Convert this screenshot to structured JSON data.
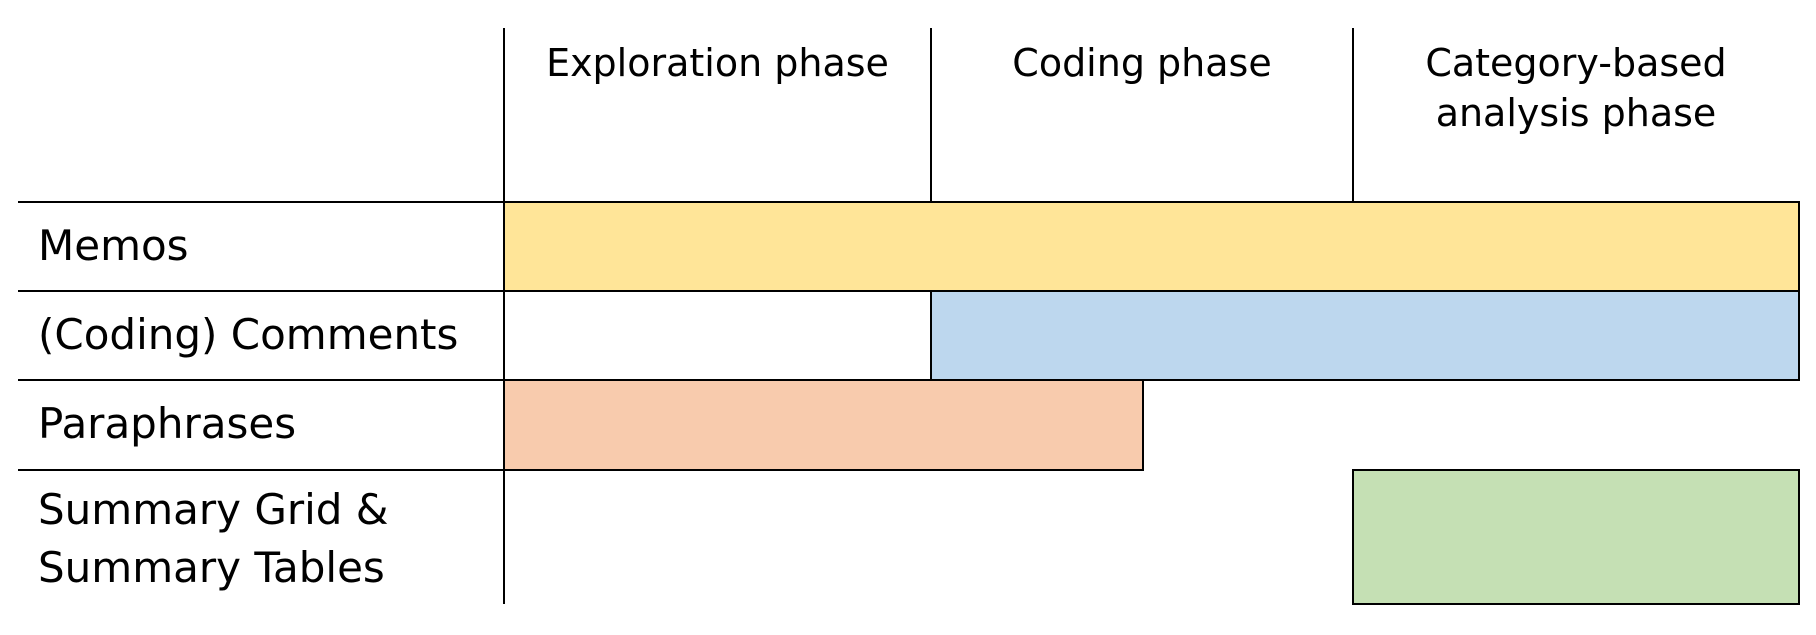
{
  "phases": [
    {
      "label": "Exploration phase"
    },
    {
      "label": "Coding phase"
    },
    {
      "label": "Category-based\nanalysis phase"
    }
  ],
  "rows": [
    {
      "label": "Memos",
      "color": "#FFE598",
      "span": "Exploration phase through Category-based analysis phase"
    },
    {
      "label": "(Coding) Comments",
      "color": "#BDD7EE",
      "span": "Coding phase through Category-based analysis phase"
    },
    {
      "label": "Paraphrases",
      "color": "#F8CBAD",
      "span": "Exploration phase through first half of Coding phase"
    },
    {
      "label": "Summary Grid &\nSummary Tables",
      "color": "#C5E0B4",
      "span": "Category-based analysis phase"
    }
  ]
}
